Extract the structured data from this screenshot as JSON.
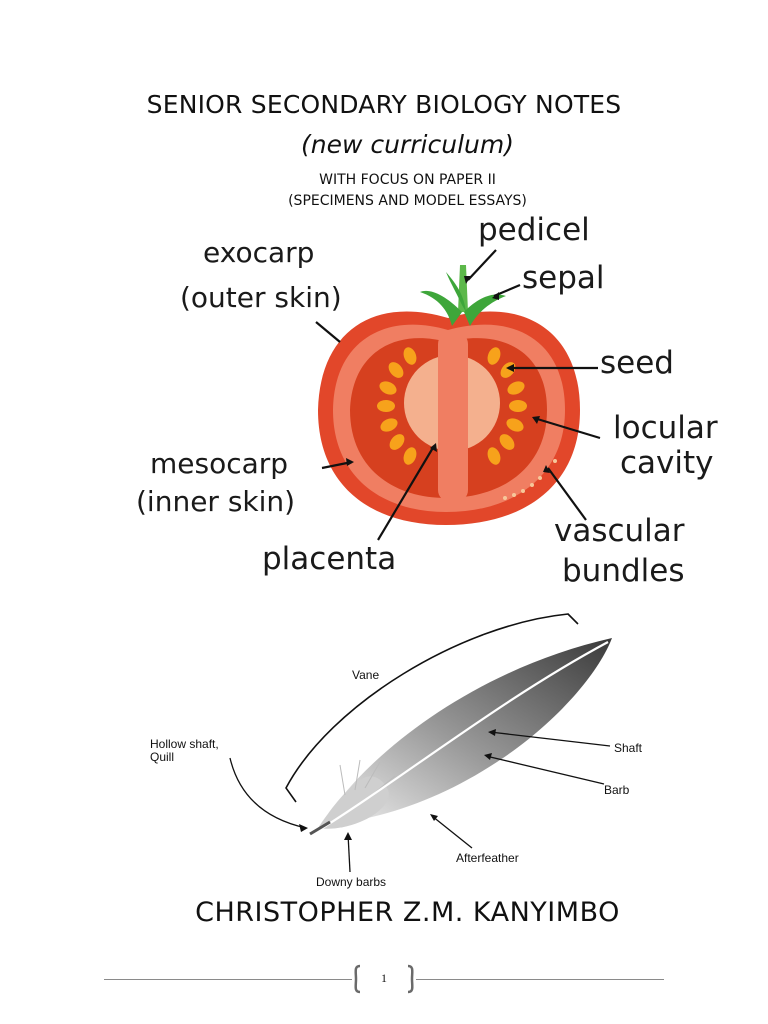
{
  "header": {
    "title": "SENIOR SECONDARY BIOLOGY NOTES",
    "subtitle": "(new curriculum)",
    "focus_line1": "WITH FOCUS ON PAPER II",
    "focus_line2": "(SPECIMENS AND MODEL ESSAYS)"
  },
  "tomato_diagram": {
    "labels": {
      "exocarp": "exocarp",
      "outer_skin": "(outer skin)",
      "pedicel": "pedicel",
      "sepal": "sepal",
      "seed": "seed",
      "locular_1": "locular",
      "locular_2": "cavity",
      "mesocarp": "mesocarp",
      "inner_skin": "(inner skin)",
      "vascular_1": "vascular",
      "vascular_2": "bundles",
      "placenta": "placenta"
    },
    "colors": {
      "skin": "#e2472a",
      "flesh": "#f07e62",
      "locule": "#d6401f",
      "placenta": "#f4b08e",
      "seed": "#f7a21b",
      "sepal": "#3ea63a"
    }
  },
  "feather_diagram": {
    "labels": {
      "vane": "Vane",
      "hollow_shaft_1": "Hollow shaft,",
      "hollow_shaft_2": "Quill",
      "shaft": "Shaft",
      "barb": "Barb",
      "afterfeather": "Afterfeather",
      "downy_barbs": "Downy barbs"
    }
  },
  "author": "CHRISTOPHER Z.M. KANYIMBO",
  "footer": {
    "page_number": "1"
  }
}
